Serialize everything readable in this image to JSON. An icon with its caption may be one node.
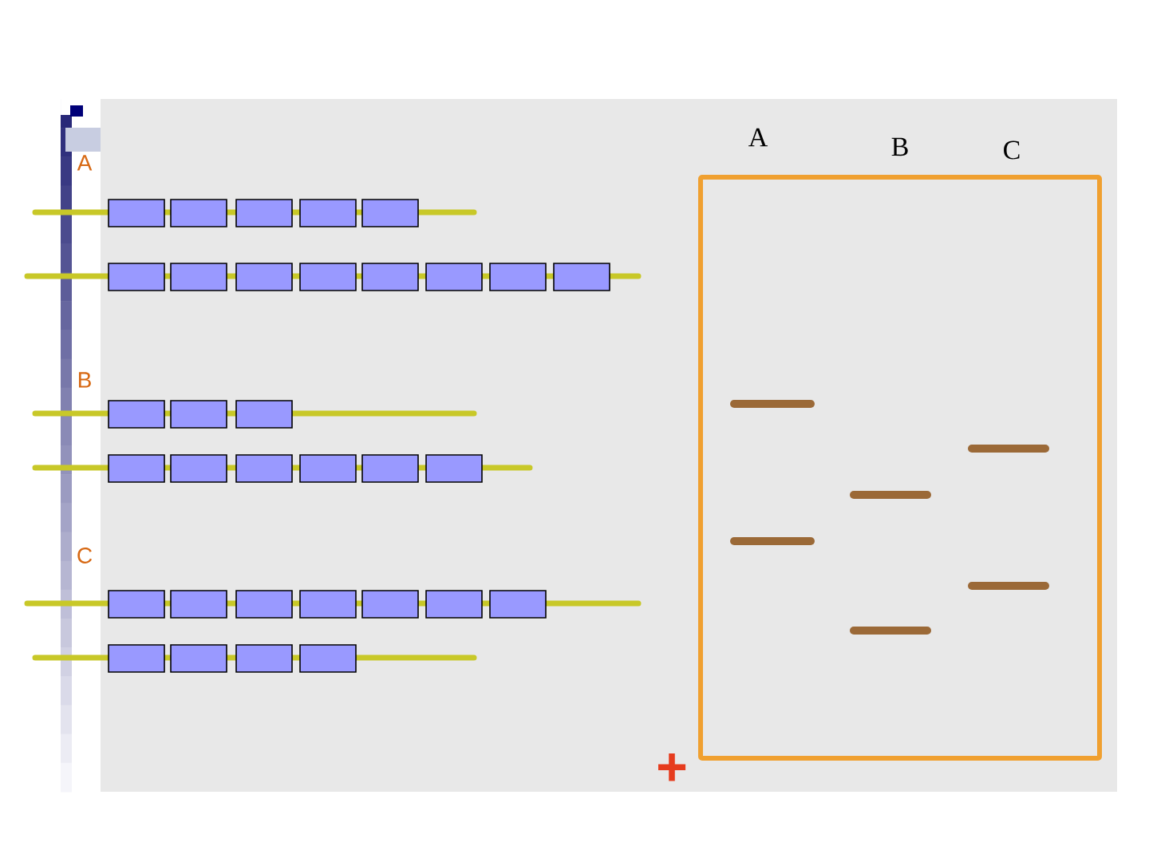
{
  "diagram": {
    "labels": [
      "A",
      "B",
      "C",
      "A",
      "B",
      "C",
      "+"
    ]
  }
}
